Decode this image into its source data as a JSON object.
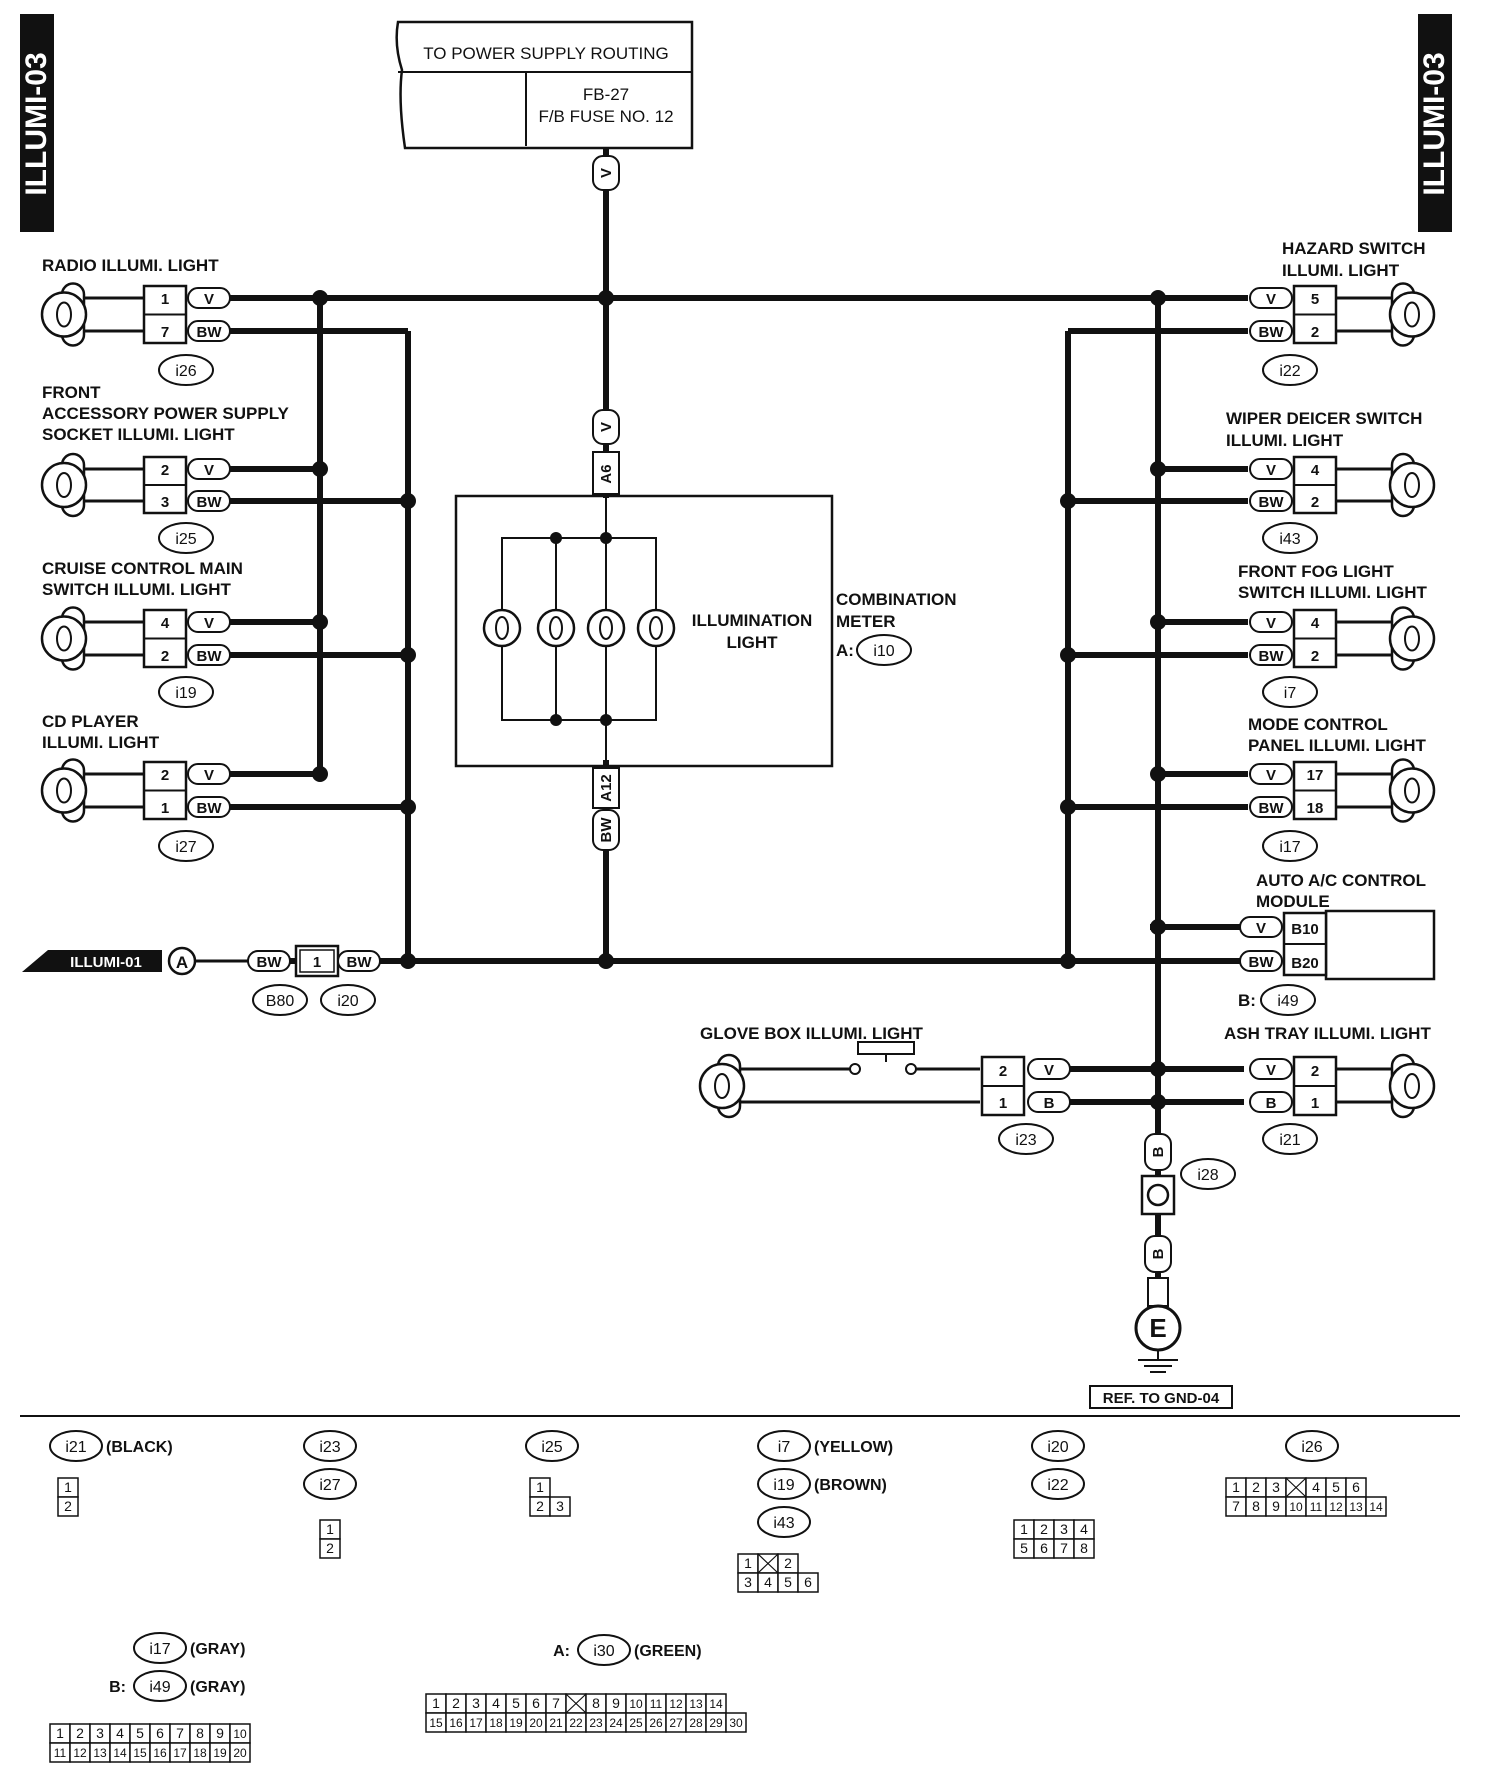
{
  "page_code": "ILLUMI-03",
  "power": {
    "routing": "TO POWER SUPPLY ROUTING",
    "fuse_line1": "FB-27",
    "fuse_line2": "F/B FUSE NO. 12"
  },
  "wire_v": "V",
  "left_lights": [
    {
      "lines": [
        "RADIO ILLUMI. LIGHT"
      ],
      "pins": [
        "1",
        "7"
      ],
      "colors": [
        "V",
        "BW"
      ],
      "connector": "i26"
    },
    {
      "lines": [
        "FRONT",
        "ACCESSORY POWER SUPPLY",
        "SOCKET ILLUMI. LIGHT"
      ],
      "pins": [
        "2",
        "3"
      ],
      "colors": [
        "V",
        "BW"
      ],
      "connector": "i25"
    },
    {
      "lines": [
        "CRUISE CONTROL MAIN",
        "SWITCH ILLUMI. LIGHT"
      ],
      "pins": [
        "4",
        "2"
      ],
      "colors": [
        "V",
        "BW"
      ],
      "connector": "i19"
    },
    {
      "lines": [
        "CD PLAYER",
        "ILLUMI. LIGHT"
      ],
      "pins": [
        "2",
        "1"
      ],
      "colors": [
        "V",
        "BW"
      ],
      "connector": "i27"
    }
  ],
  "right_lights": [
    {
      "lines": [
        "HAZARD SWITCH",
        "ILLUMI. LIGHT"
      ],
      "pins": [
        "5",
        "2"
      ],
      "colors": [
        "V",
        "BW"
      ],
      "connector": "i22"
    },
    {
      "lines": [
        "WIPER DEICER SWITCH",
        "ILLUMI. LIGHT"
      ],
      "pins": [
        "4",
        "2"
      ],
      "colors": [
        "V",
        "BW"
      ],
      "connector": "i43"
    },
    {
      "lines": [
        "FRONT FOG LIGHT",
        "SWITCH ILLUMI. LIGHT"
      ],
      "pins": [
        "4",
        "2"
      ],
      "colors": [
        "V",
        "BW"
      ],
      "connector": "i7"
    },
    {
      "lines": [
        "MODE CONTROL",
        "PANEL ILLUMI. LIGHT"
      ],
      "pins": [
        "17",
        "18"
      ],
      "colors": [
        "V",
        "BW"
      ],
      "connector": "i17"
    }
  ],
  "meter": {
    "pin_top": "A6",
    "pin_bottom": "A12",
    "wire_bottom": "BW",
    "light_line1": "ILLUMINATION",
    "light_line2": "LIGHT",
    "name_line1": "COMBINATION",
    "name_line2": "METER",
    "prefix": "A:",
    "connector": "i10"
  },
  "ac_module": {
    "line1": "AUTO A/C CONTROL",
    "line2": "MODULE",
    "pins": [
      "B10",
      "B20"
    ],
    "colors": [
      "V",
      "BW"
    ],
    "prefix": "B:",
    "connector": "i49"
  },
  "ref_in": {
    "label": "ILLUMI-01",
    "letter": "A",
    "color_left": "BW",
    "pin": "1",
    "color_right": "BW",
    "connector_left": "B80",
    "connector_right": "i20"
  },
  "glove_box": {
    "label": "GLOVE BOX ILLUMI. LIGHT",
    "pins": [
      "2",
      "1"
    ],
    "colors": [
      "V",
      "B"
    ],
    "connector": "i23"
  },
  "ash_tray": {
    "label": "ASH TRAY ILLUMI. LIGHT",
    "pins": [
      "2",
      "1"
    ],
    "colors": [
      "V",
      "B"
    ],
    "connector": "i21"
  },
  "ground": {
    "wire": "B",
    "connector": "i28",
    "letter": "E",
    "ref": "REF. TO GND-04"
  },
  "legend": [
    {
      "ids": [
        "i21"
      ],
      "colors": [
        "(BLACK)"
      ],
      "rows": [
        [
          "1"
        ],
        [
          "2"
        ]
      ]
    },
    {
      "ids": [
        "i23",
        "i27"
      ],
      "colors": [
        "",
        ""
      ],
      "rows": [
        [
          "1"
        ],
        [
          "2"
        ]
      ]
    },
    {
      "ids": [
        "i25"
      ],
      "colors": [
        ""
      ],
      "rows": [
        [
          "1"
        ],
        [
          "2",
          "3"
        ]
      ]
    },
    {
      "ids": [
        "i7",
        "i19",
        "i43"
      ],
      "colors": [
        "(YELLOW)",
        "(BROWN)",
        ""
      ],
      "rows": [
        [
          "1",
          "X",
          "2"
        ],
        [
          "3",
          "4",
          "5",
          "6"
        ]
      ]
    },
    {
      "ids": [
        "i20",
        "i22"
      ],
      "colors": [
        "",
        ""
      ],
      "rows": [
        [
          "1",
          "2",
          "3",
          "4"
        ],
        [
          "5",
          "6",
          "7",
          "8"
        ]
      ]
    },
    {
      "ids": [
        "i26"
      ],
      "colors": [
        ""
      ],
      "rows": [
        [
          "1",
          "2",
          "3",
          "X",
          "4",
          "5",
          "6"
        ],
        [
          "7",
          "8",
          "9",
          "10",
          "11",
          "12",
          "13",
          "14"
        ]
      ]
    },
    {
      "ids": [
        "i17",
        "i49"
      ],
      "prefixes": [
        "",
        "B:"
      ],
      "colors": [
        "(GRAY)",
        "(GRAY)"
      ],
      "rows": [
        [
          "1",
          "2",
          "3",
          "4",
          "5",
          "6",
          "7",
          "8",
          "9",
          "10"
        ],
        [
          "11",
          "12",
          "13",
          "14",
          "15",
          "16",
          "17",
          "18",
          "19",
          "20"
        ]
      ]
    },
    {
      "ids": [
        "i30"
      ],
      "prefixes": [
        "A:"
      ],
      "colors": [
        "(GREEN)"
      ],
      "rows": [
        [
          "1",
          "2",
          "3",
          "4",
          "5",
          "6",
          "7",
          "X",
          "8",
          "9",
          "10",
          "11",
          "12",
          "13",
          "14"
        ],
        [
          "15",
          "16",
          "17",
          "18",
          "19",
          "20",
          "21",
          "22",
          "23",
          "24",
          "25",
          "26",
          "27",
          "28",
          "29",
          "30"
        ]
      ]
    }
  ]
}
